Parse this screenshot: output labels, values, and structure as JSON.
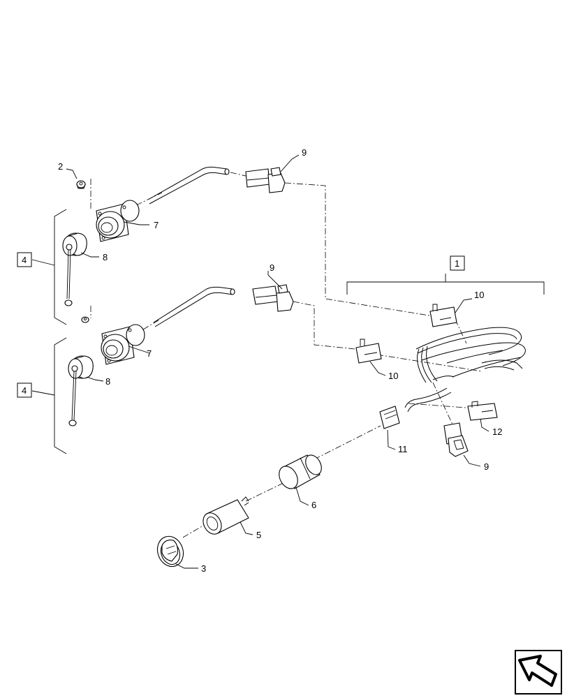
{
  "callouts": {
    "c1": "1",
    "c2": "2",
    "c3": "3",
    "c4a": "4",
    "c4b": "4",
    "c5": "5",
    "c6": "6",
    "c7a": "7",
    "c7b": "7",
    "c8a": "8",
    "c8b": "8",
    "c9a": "9",
    "c9b": "9",
    "c9c": "9",
    "c10a": "10",
    "c10b": "10",
    "c11": "11",
    "c12": "12"
  },
  "icons": {
    "navigation": "next-page-arrow-icon"
  }
}
